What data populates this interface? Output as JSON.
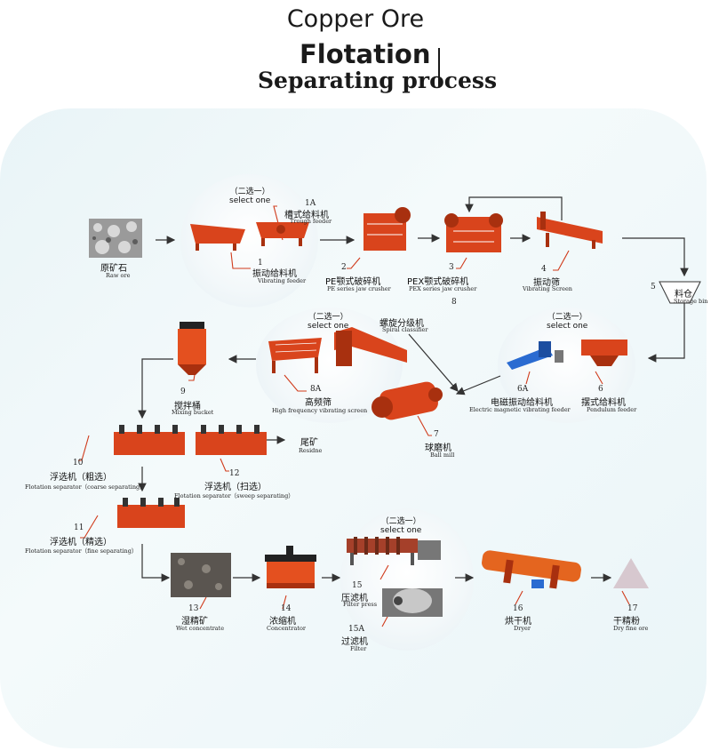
{
  "header": {
    "title_line1": "Copper Ore",
    "title_line2": "Flotation",
    "title_line3": "Separating process"
  },
  "select_one": {
    "cn": "（二选一）",
    "en": "select one"
  },
  "steps": {
    "raw_ore": {
      "cn": "原矿石",
      "en": "Raw ore"
    },
    "s1": {
      "num": "1",
      "cn": "振动给料机",
      "en": "Vibrating feeder"
    },
    "s1a": {
      "num": "1A",
      "cn": "槽式给料机",
      "en": "Trough feeder"
    },
    "s2": {
      "num": "2",
      "cn": "PE颚式破碎机",
      "en": "PE series jaw crusher"
    },
    "s3": {
      "num": "3",
      "cn": "PEX颚式破碎机",
      "en": "PEX series jaw crusher"
    },
    "s3_extra": "8",
    "s4": {
      "num": "4",
      "cn": "振动筛",
      "en": "Vibrating Screen"
    },
    "s5": {
      "num": "5",
      "cn": "料仓",
      "en": "Storage bin"
    },
    "s6": {
      "num": "6",
      "cn": "摆式给料机",
      "en": "Pendulum feeder"
    },
    "s6a": {
      "num": "6A",
      "cn": "电磁振动给料机",
      "en": "Electric magnetic vibrating feeder"
    },
    "s7": {
      "num": "7",
      "cn": "球磨机",
      "en": "Ball mill"
    },
    "s8a": {
      "num": "8A",
      "cn": "高频筛",
      "en": "High frequency vibrating screen"
    },
    "s8": {
      "cn": "螺旋分级机",
      "en": "Spiral classifier"
    },
    "s9": {
      "num": "9",
      "cn": "搅拌桶",
      "en": "Mixing bucket"
    },
    "s10": {
      "num": "10",
      "cn": "浮选机（粗选）",
      "en": "Flotation separator（coarse separating）"
    },
    "s11": {
      "num": "11",
      "cn": "浮选机（精选）",
      "en": "Flotation separator（fine separating）"
    },
    "s12": {
      "num": "12",
      "cn": "浮选机（扫选）",
      "en": "Flotation separator（sweep separating）"
    },
    "residue": {
      "cn": "尾矿",
      "en": "Residne"
    },
    "s13": {
      "num": "13",
      "cn": "湿精矿",
      "en": "Wet concentrate"
    },
    "s14": {
      "num": "14",
      "cn": "浓缩机",
      "en": "Concentrator"
    },
    "s15": {
      "num": "15",
      "cn": "压滤机",
      "en": "Filter press"
    },
    "s15a": {
      "num": "15A",
      "cn": "过滤机",
      "en": "Filter"
    },
    "s16": {
      "num": "16",
      "cn": "烘干机",
      "en": "Dryer"
    },
    "s17": {
      "num": "17",
      "cn": "干精粉",
      "en": "Dry fine ore"
    }
  },
  "colors": {
    "machine": "#d9441c",
    "machine_dark": "#a8300f",
    "leader": "#d03a1a",
    "arrow": "#333333"
  }
}
